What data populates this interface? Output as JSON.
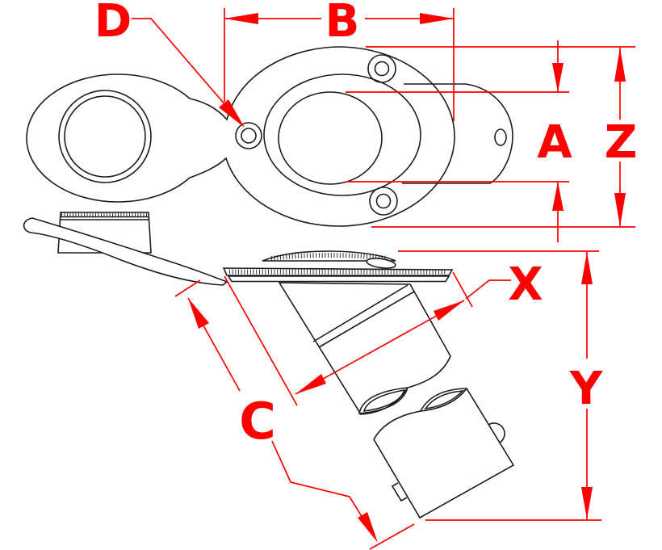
{
  "drawing": {
    "kind": "technical-dimension-drawing",
    "background": "#ffffff",
    "line_color": "#1c1c1c",
    "dimension_color": "#ff0000",
    "views": [
      {
        "id": "top-view",
        "description_name": "plan-view-of-fitting"
      },
      {
        "id": "side-view",
        "description_name": "elevation-view-of-fitting"
      }
    ]
  },
  "dimensions": {
    "A": {
      "label": "A"
    },
    "B": {
      "label": "B"
    },
    "C": {
      "label": "C"
    },
    "D": {
      "label": "D"
    },
    "X": {
      "label": "X"
    },
    "Y": {
      "label": "Y"
    },
    "Z": {
      "label": "Z"
    }
  }
}
